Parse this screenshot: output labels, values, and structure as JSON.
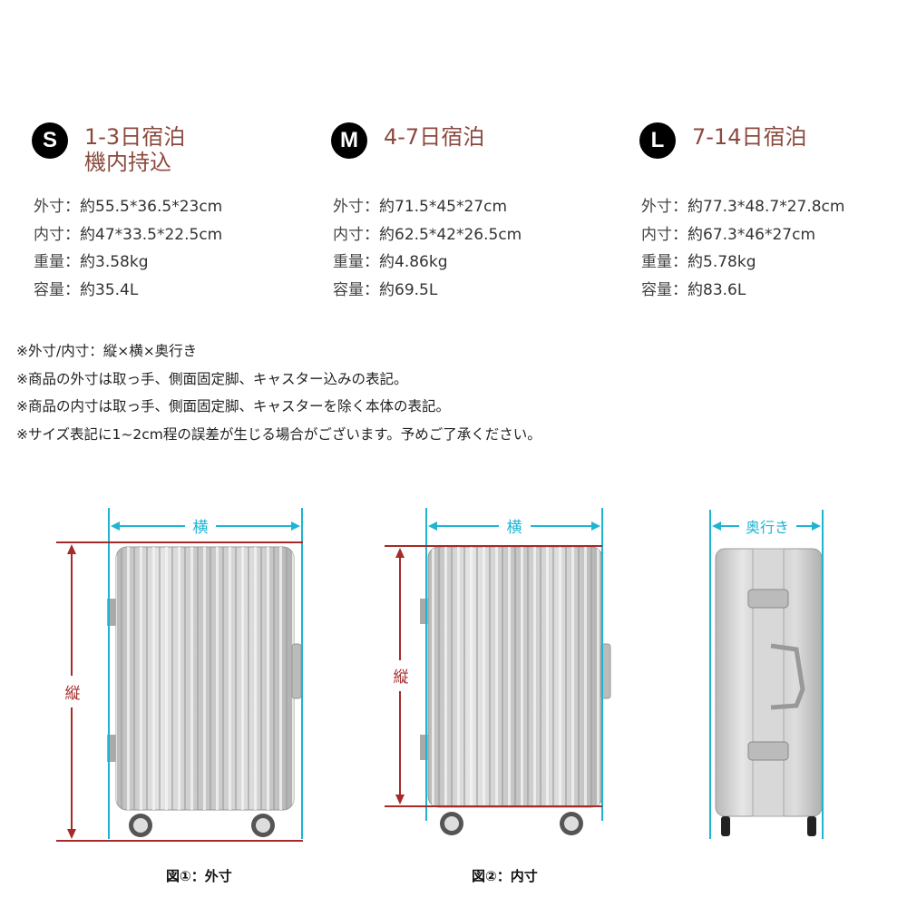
{
  "sizes": [
    {
      "badge": "S",
      "title_line1": "1-3日宿泊",
      "title_line2": "機内持込",
      "specs": [
        {
          "label": "外寸",
          "value": "約55.5*36.5*23cm"
        },
        {
          "label": "内寸",
          "value": "約47*33.5*22.5cm"
        },
        {
          "label": "重量",
          "value": "約3.58kg"
        },
        {
          "label": "容量",
          "value": "約35.4L"
        }
      ]
    },
    {
      "badge": "M",
      "title_line1": "4-7日宿泊",
      "title_line2": "",
      "specs": [
        {
          "label": "外寸",
          "value": "約71.5*45*27cm"
        },
        {
          "label": "内寸",
          "value": "約62.5*42*26.5cm"
        },
        {
          "label": "重量",
          "value": "約4.86kg"
        },
        {
          "label": "容量",
          "value": "約69.5L"
        }
      ]
    },
    {
      "badge": "L",
      "title_line1": "7-14日宿泊",
      "title_line2": "",
      "specs": [
        {
          "label": "外寸",
          "value": "約77.3*48.7*27.8cm"
        },
        {
          "label": "内寸",
          "value": "約67.3*46*27cm"
        },
        {
          "label": "重量",
          "value": "約5.78kg"
        },
        {
          "label": "容量",
          "value": "約83.6L"
        }
      ]
    }
  ],
  "separator": "：",
  "notes": [
    "※外寸/内寸：縦×横×奥行き",
    "※商品の外寸は取っ手、側面固定脚、キャスター込みの表記。",
    "※商品の内寸は取っ手、側面固定脚、キャスターを除く本体の表記。",
    "※サイズ表記に1~2cm程の誤差が生じる場合がございます。予めご了承ください。"
  ],
  "figures": {
    "height_label": "縦",
    "width_label": "横",
    "depth_label": "奥行き",
    "caption_outer": "図①：外寸",
    "caption_inner": "図②：内寸"
  },
  "colors": {
    "title": "#8b4a3e",
    "height_line": "#a52a2a",
    "width_line": "#1eb4d2",
    "badge": "#000000"
  }
}
